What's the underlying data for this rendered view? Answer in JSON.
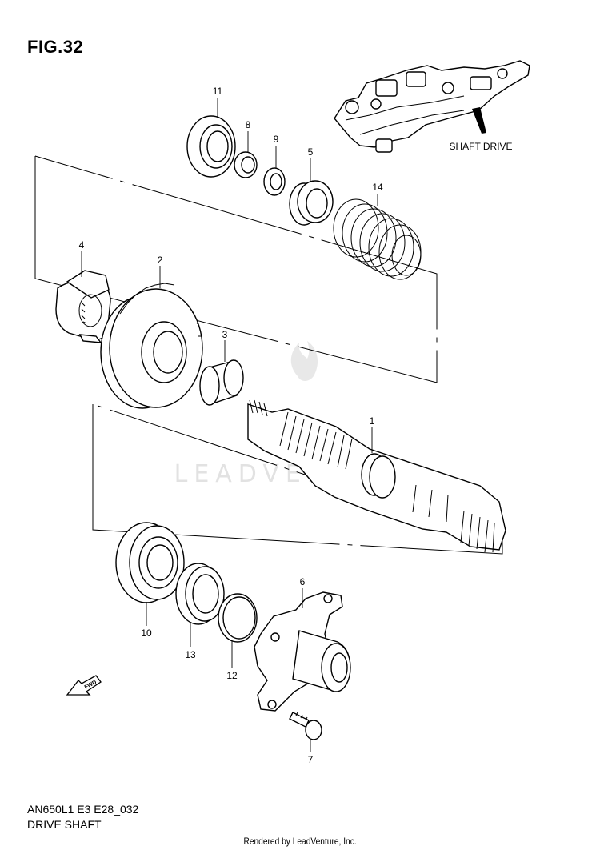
{
  "figure": {
    "title": "FIG.32"
  },
  "inset": {
    "label": "SHAFT DRIVE"
  },
  "watermark": "LEADVENTURE",
  "fwd_label": "FWD",
  "callouts": {
    "c1": "1",
    "c2": "2",
    "c3": "3",
    "c4": "4",
    "c5": "5",
    "c6": "6",
    "c7": "7",
    "c8": "8",
    "c9": "9",
    "c10": "10",
    "c11": "11",
    "c12": "12",
    "c13": "13",
    "c14": "14"
  },
  "footer": {
    "model_code": "AN650L1 E3 E28_032",
    "section_name": "DRIVE SHAFT",
    "rendered_by": "Rendered by LeadVenture, Inc."
  }
}
